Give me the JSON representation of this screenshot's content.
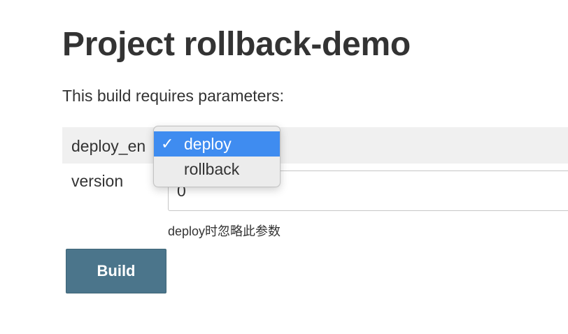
{
  "page": {
    "title": "Project rollback-demo",
    "intro": "This build requires parameters:"
  },
  "params": {
    "deploy_env": {
      "label": "deploy_en",
      "options": [
        "deploy",
        "rollback"
      ],
      "selected": "deploy",
      "check_glyph": "✓"
    },
    "version": {
      "label": "version",
      "value": "0",
      "help": "deploy时忽略此参数"
    }
  },
  "actions": {
    "build_label": "Build"
  },
  "colors": {
    "accent_selected": "#3f8cf0",
    "build_button": "#4b758b",
    "row_background": "#f0f0f0"
  }
}
